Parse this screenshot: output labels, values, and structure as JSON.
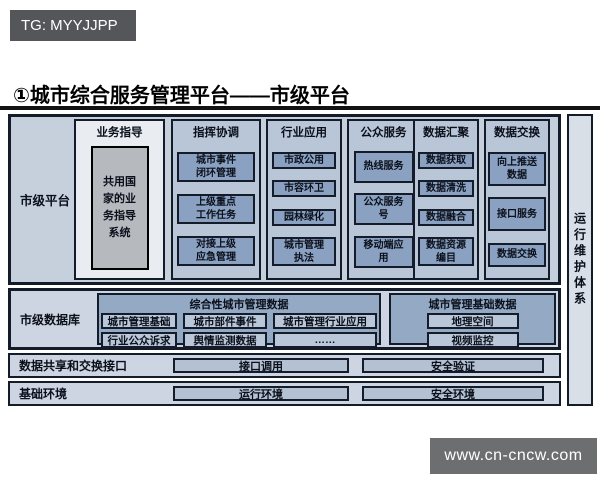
{
  "badges": {
    "tg": "TG: MYYJJPP",
    "site": "www.cn-cncw.com"
  },
  "title": "①城市综合服务管理平台——市级平台",
  "colors": {
    "panel_bg": "#b9c6d8",
    "main_box_bg": "#c6d0dd",
    "item_bg": "#8aa1c1",
    "cell_bg": "#bac7d8",
    "group_bg": "#93a9c4",
    "gray_box_bg": "#b6b9be",
    "border": "#141c2a",
    "badge_bg": "#55565a",
    "watermark_bg": "#6d6e70"
  },
  "platform": {
    "label": "市级平台",
    "columns": [
      {
        "header": "业务指导",
        "items": [
          "共用国家的业务指导系统"
        ]
      },
      {
        "header": "指挥协调",
        "items": [
          "城市事件闭环管理",
          "上级重点工作任务",
          "对接上级应急管理"
        ]
      },
      {
        "header": "行业应用",
        "items": [
          "市政公用",
          "市容环卫",
          "园林绿化",
          "城市管理执法"
        ]
      },
      {
        "header": "公众服务",
        "items": [
          "热线服务",
          "公众服务号",
          "移动端应用"
        ]
      },
      {
        "header": "数据汇聚",
        "items": [
          "数据获取",
          "数据清洗",
          "数据融合",
          "数据资源编目"
        ]
      },
      {
        "header": "数据交换",
        "items": [
          "向上推送数据",
          "接口服务",
          "数据交换"
        ]
      }
    ]
  },
  "maintenance": {
    "label": "运行维护体系"
  },
  "database": {
    "label": "市级数据库",
    "groups": [
      {
        "header": "综合性城市管理数据",
        "cells": [
          "城市管理基础",
          "城市部件事件",
          "城市管理行业应用",
          "行业公众诉求",
          "舆情监测数据",
          "……"
        ]
      },
      {
        "header": "城市管理基础数据",
        "cells": [
          "地理空间",
          "视频监控"
        ]
      }
    ]
  },
  "interface_band": {
    "label": "数据共享和交换接口",
    "items": [
      "接口调用",
      "安全验证"
    ]
  },
  "base_band": {
    "label": "基础环境",
    "items": [
      "运行环境",
      "安全环境"
    ]
  }
}
